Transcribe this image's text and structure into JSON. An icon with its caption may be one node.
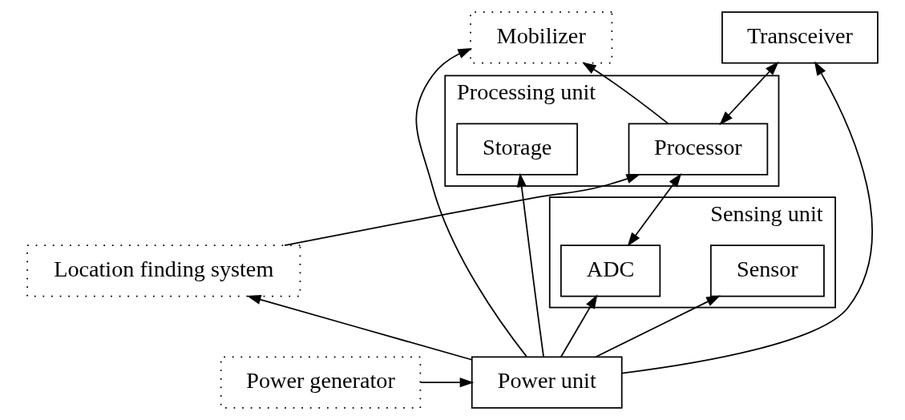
{
  "diagram": {
    "nodes": [
      {
        "text": [
          "Location finding system"
        ]
      },
      {
        "text": [
          "Mobilizer"
        ]
      },
      {
        "text": [
          "Sensing unit"
        ]
      },
      {
        "text": [
          "Sensor"
        ],
        "in": 2
      },
      {
        "text": [
          "ADC"
        ],
        "in": 2
      },
      {
        "text": [
          "Processing unit"
        ]
      },
      {
        "text": [
          "Processor"
        ],
        "in": 5
      },
      {
        "text": [
          "Storage"
        ],
        "in": 5
      },
      {
        "text": [
          "Transceiver"
        ]
      },
      {
        "text": [
          "Power unit"
        ]
      },
      {
        "text": [
          "Power generator"
        ]
      }
    ],
    "edges": [
      {
        "from": 9,
        "to": 0,
        "arrow": "to"
      },
      {
        "from": 9,
        "to": 3,
        "arrow": "to"
      },
      {
        "from": 9,
        "to": 4,
        "arrow": "to"
      },
      {
        "from": 9,
        "to": 7,
        "arrow": "to"
      },
      {
        "from": 9,
        "to": 8,
        "arrow": "to"
      },
      {
        "from": 9,
        "to": 1,
        "arrow": "to"
      },
      {
        "from": 10,
        "to": 9,
        "arrow": "to"
      },
      {
        "from": 0,
        "to": 6,
        "arrow": "to"
      },
      {
        "from": 4,
        "to": 6,
        "arrow": "both"
      },
      {
        "from": 6,
        "to": 8,
        "arrow": "both"
      },
      {
        "from": 6,
        "to": 1,
        "arrow": "to"
      }
    ]
  }
}
